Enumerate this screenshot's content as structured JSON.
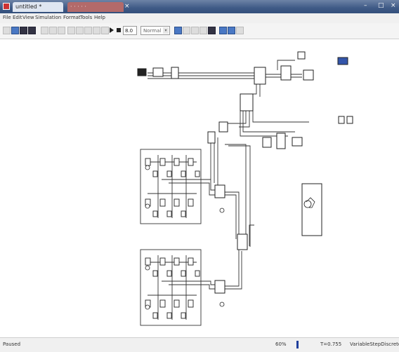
{
  "window": {
    "tab_title": "untitled *",
    "tab2_title": "· · · · ·"
  },
  "menu": [
    "File",
    "Edit",
    "View",
    "Simulation",
    "Format",
    "Tools",
    "Help"
  ],
  "toolbar": {
    "stop_time": "8.0",
    "sim_mode": "Normal"
  },
  "status": {
    "state": "Paused",
    "zoom": "60%",
    "time": "T=0.755",
    "solver": "VariableStepDiscrete"
  }
}
